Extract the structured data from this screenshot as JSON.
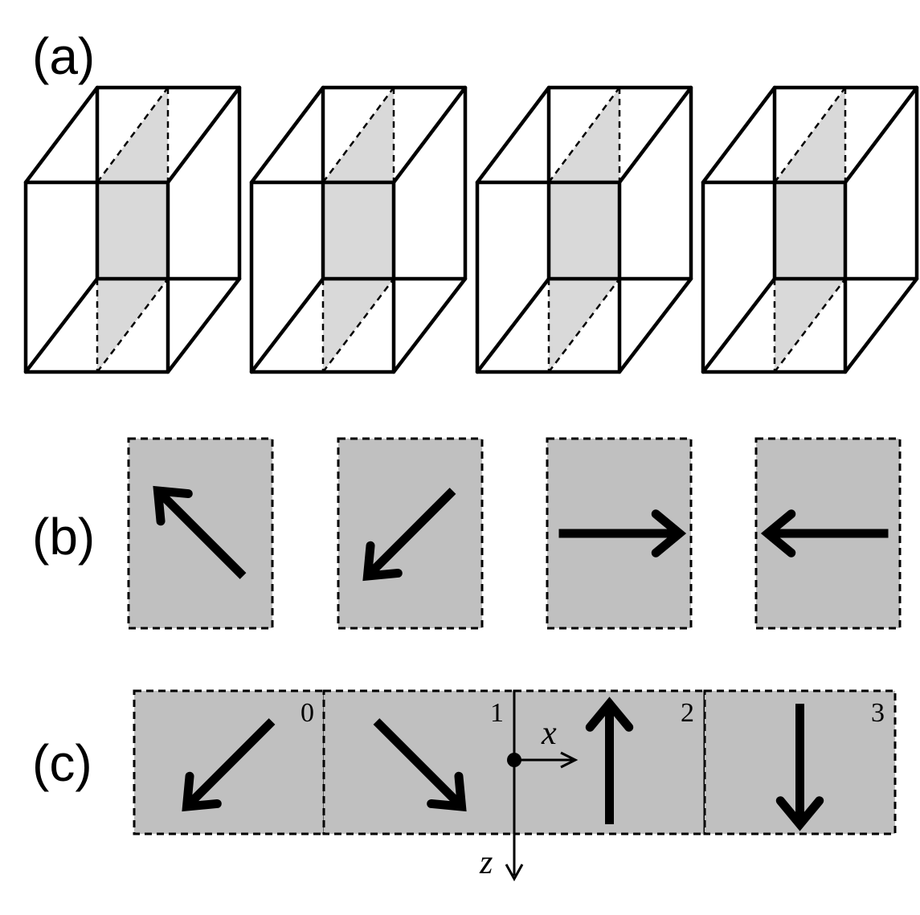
{
  "panels": {
    "a": {
      "label": "(a)",
      "cube_count": 4
    },
    "b": {
      "label": "(b)",
      "arrows": [
        {
          "direction": "up-left"
        },
        {
          "direction": "down-left"
        },
        {
          "direction": "right"
        },
        {
          "direction": "left"
        }
      ]
    },
    "c": {
      "label": "(c)",
      "cells": [
        {
          "index": "0",
          "direction": "down-left"
        },
        {
          "index": "1",
          "direction": "down-right"
        },
        {
          "index": "2",
          "direction": "up"
        },
        {
          "index": "3",
          "direction": "down"
        }
      ],
      "axes": {
        "x_label": "x",
        "z_label": "z"
      }
    }
  },
  "colors": {
    "plane_fill": "#d9d9d9",
    "box_fill": "#c0c0c0",
    "stroke": "#000000"
  }
}
